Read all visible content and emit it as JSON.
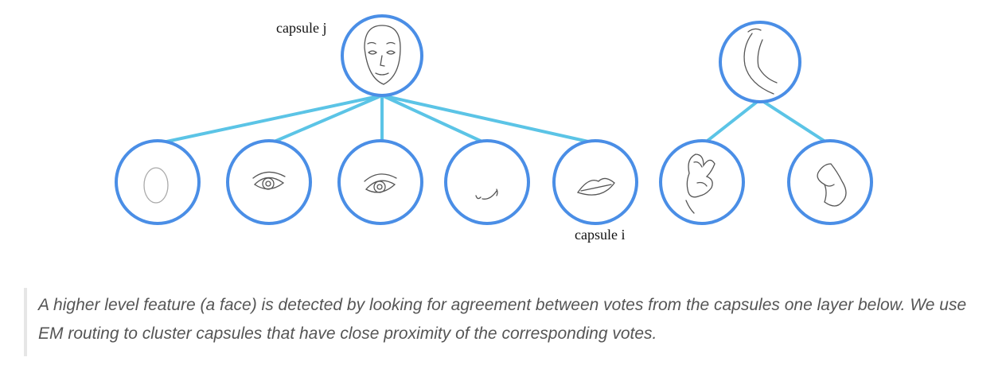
{
  "labels": {
    "capsule_j": "capsule j",
    "capsule_i": "capsule i"
  },
  "caption": "A higher level feature (a face) is detected by looking for agreement between votes from the capsules one layer below. We use EM routing to cluster capsules that have close proximity of the corresponding votes.",
  "colors": {
    "circle_stroke": "#4a8ee6",
    "connector": "#5bc4e6",
    "sketch": "#555555"
  }
}
